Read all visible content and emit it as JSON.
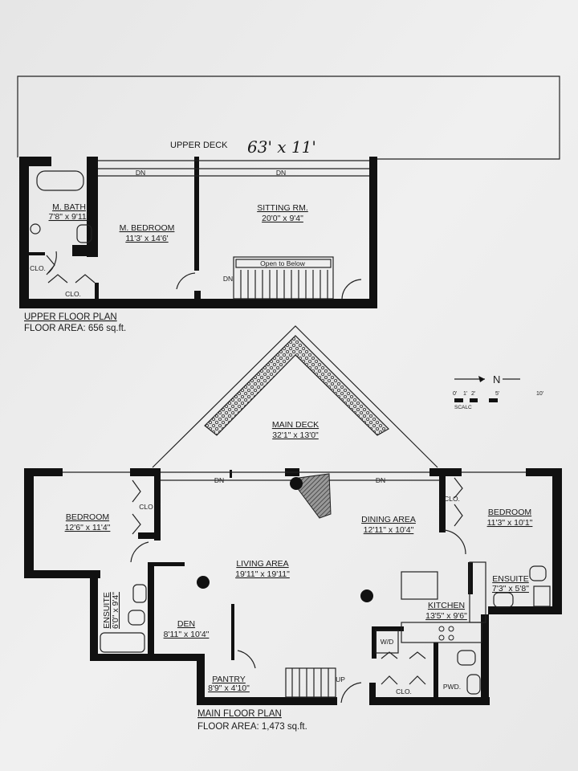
{
  "upper_floor": {
    "deck_label": "UPPER DECK",
    "deck_handwritten": "63' x 11'",
    "rooms": [
      {
        "name": "M. BATH",
        "dims": "7'8\" x 9'11\""
      },
      {
        "name": "M. BEDROOM",
        "dims": "11'3' x 14'6'"
      },
      {
        "name": "SITTING RM.",
        "dims": "20'0\" x 9'4\""
      }
    ],
    "closets": [
      "CLO.",
      "CLO."
    ],
    "stair_notes": [
      "DN",
      "DN",
      "DN"
    ],
    "open_to_below": "Open to Below",
    "plan_title": "UPPER FLOOR PLAN",
    "floor_area": "FLOOR AREA: 656 sq.ft."
  },
  "main_floor": {
    "deck": {
      "name": "MAIN DECK",
      "dims": "32'1\" x 13'0\""
    },
    "rooms": [
      {
        "name": "BEDROOM",
        "dims": "12'6\" x 11'4\""
      },
      {
        "name": "DINING AREA",
        "dims": "12'11\" x 10'4\""
      },
      {
        "name": "BEDROOM",
        "dims": "11'3\" x 10'1\""
      },
      {
        "name": "LIVING AREA",
        "dims": "19'11\" x 19'11\""
      },
      {
        "name": "ENSUITE",
        "dims": "7'3\" x 5'8\""
      },
      {
        "name": "ENSUITE",
        "dims": "6'0\" x 9'4\""
      },
      {
        "name": "KITCHEN",
        "dims": "13'5\" x 9'6\""
      },
      {
        "name": "DEN",
        "dims": "8'11\" x 10'4\""
      },
      {
        "name": "PANTRY",
        "dims": "8'9\" x 4'10\""
      }
    ],
    "labels": {
      "clo1": "CLO",
      "clo2": "CLO.",
      "clo3": "CLO.",
      "pwd": "PWD.",
      "wd": "W/D",
      "up": "UP",
      "dn1": "DN",
      "dn2": "DN"
    },
    "plan_title": "MAIN FLOOR PLAN",
    "floor_area": "FLOOR AREA: 1,473 sq.ft."
  },
  "legend": {
    "north": "N",
    "scale_ticks": [
      "0'",
      "1'",
      "2'",
      "5'",
      "10'"
    ],
    "scale_label": "SCALC"
  }
}
